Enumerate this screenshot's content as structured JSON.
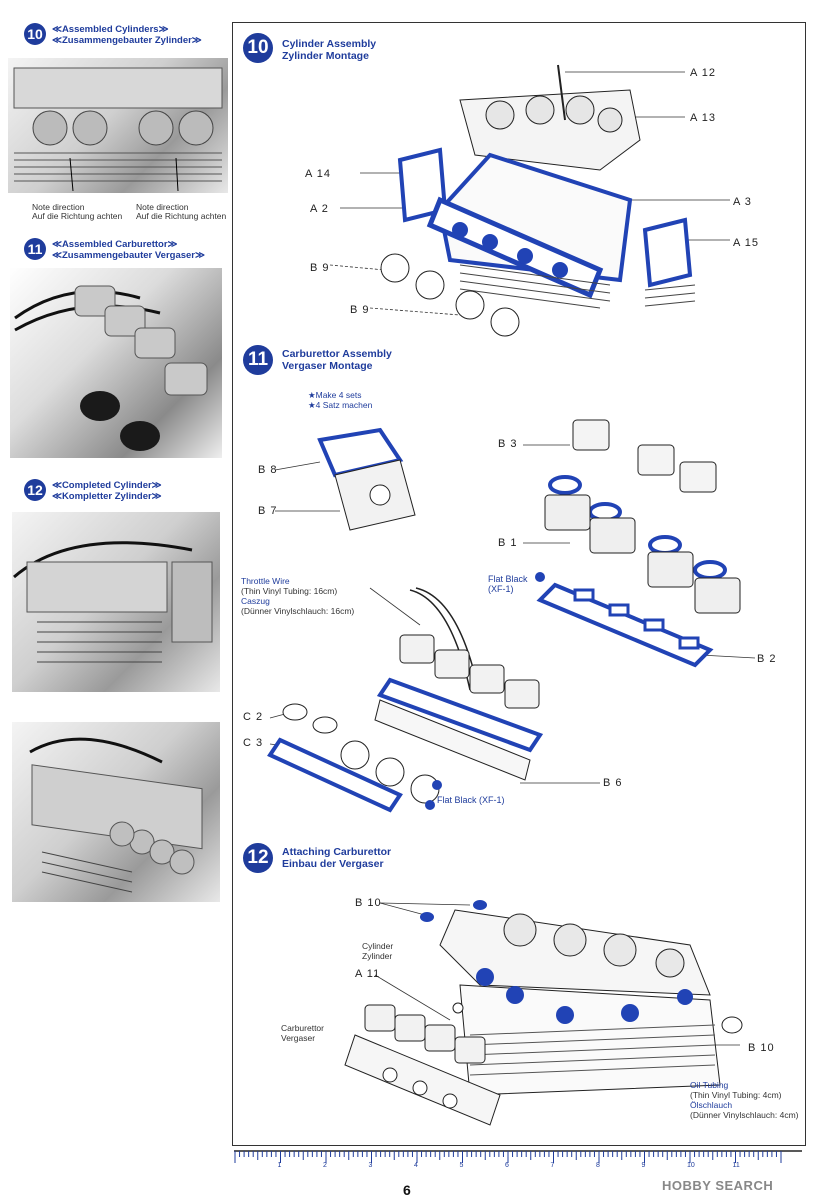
{
  "left": {
    "s10": {
      "num": "10",
      "title_en": "≪Assembled Cylinders≫",
      "title_de": "≪Zusammengebauter Zylinder≫",
      "note1_en": "Note direction",
      "note1_de": "Auf die Richtung achten",
      "note2_en": "Note direction",
      "note2_de": "Auf die Richtung achten"
    },
    "s11": {
      "num": "11",
      "title_en": "≪Assembled Carburettor≫",
      "title_de": "≪Zusammengebauter Vergaser≫"
    },
    "s12": {
      "num": "12",
      "title_en": "≪Completed Cylinder≫",
      "title_de": "≪Kompletter Zylinder≫"
    }
  },
  "step10": {
    "num": "10",
    "title_en": "Cylinder Assembly",
    "title_de": "Zylinder Montage",
    "parts": {
      "a12": "A 12",
      "a13": "A 13",
      "a14": "A 14",
      "a2": "A 2",
      "a3": "A 3",
      "a15": "A 15",
      "b9a": "B 9",
      "b9b": "B 9"
    }
  },
  "step11": {
    "num": "11",
    "title_en": "Carburettor Assembly",
    "title_de": "Vergaser Montage",
    "make_en": "★Make 4 sets",
    "make_de": "★4 Satz machen",
    "parts": {
      "b8": "B 8",
      "b7": "B 7",
      "b3": "B 3",
      "b1": "B 1",
      "b2": "B 2",
      "c2": "C 2",
      "c3": "C 3",
      "b6": "B 6"
    },
    "flat_black_1": "Flat Black",
    "flat_black_1_code": "(XF-1)",
    "flat_black_2": "Flat Black (XF-1)",
    "throttle": "Throttle Wire",
    "throttle_tube": "(Thin Vinyl Tubing: 16cm)",
    "throttle_de": "Caszug",
    "throttle_de_tube": "(Dünner Vinylschlauch: 16cm)"
  },
  "step12": {
    "num": "12",
    "title_en": "Attaching Carburettor",
    "title_de": "Einbau der Vergaser",
    "parts": {
      "b10a": "B 10",
      "b10b": "B 10",
      "a11": "A 11"
    },
    "cylinder_en": "Cylinder",
    "cylinder_de": "Zylinder",
    "carb_en": "Carburettor",
    "carb_de": "Vergaser",
    "oil_en": "Oil Tubing",
    "oil_tube": "(Thin Vinyl Tubing: 4cm)",
    "oil_de": "Ölschlauch",
    "oil_de_tube": "(Dünner Vinylschlauch: 4cm)"
  },
  "ruler": {
    "ticks": [
      "1",
      "2",
      "3",
      "4",
      "5",
      "6",
      "7",
      "8",
      "9",
      "10",
      "11"
    ]
  },
  "page_number": "6",
  "watermark": "HOBBY SEARCH",
  "colors": {
    "accent": "#1f3c9c",
    "part_fill": "#2143b5"
  }
}
